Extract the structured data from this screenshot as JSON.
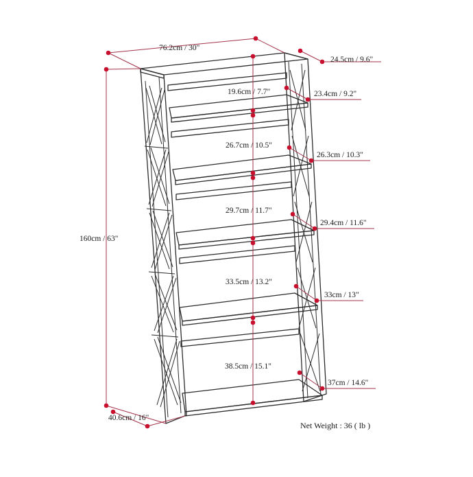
{
  "diagram": {
    "accent_color": "#c8102e",
    "line_color": "#2b2b2b",
    "dimensions": {
      "width": "76.2cm / 30\"",
      "top_depth": "24.5cm / 9.6\"",
      "height": "160cm / 63\"",
      "base_depth": "40.6cm / 16\""
    },
    "shelf_heights": [
      "19.6cm / 7.7\"",
      "26.7cm / 10.5\"",
      "29.7cm / 11.7\"",
      "33.5cm / 13.2\"",
      "38.5cm / 15.1\""
    ],
    "shelf_depths": [
      "23.4cm / 9.2\"",
      "26.3cm / 10.3\"",
      "29.4cm / 11.6\"",
      "33cm / 13\"",
      "37cm / 14.6\""
    ],
    "net_weight": "Net Weight : 36 ( lb )"
  }
}
